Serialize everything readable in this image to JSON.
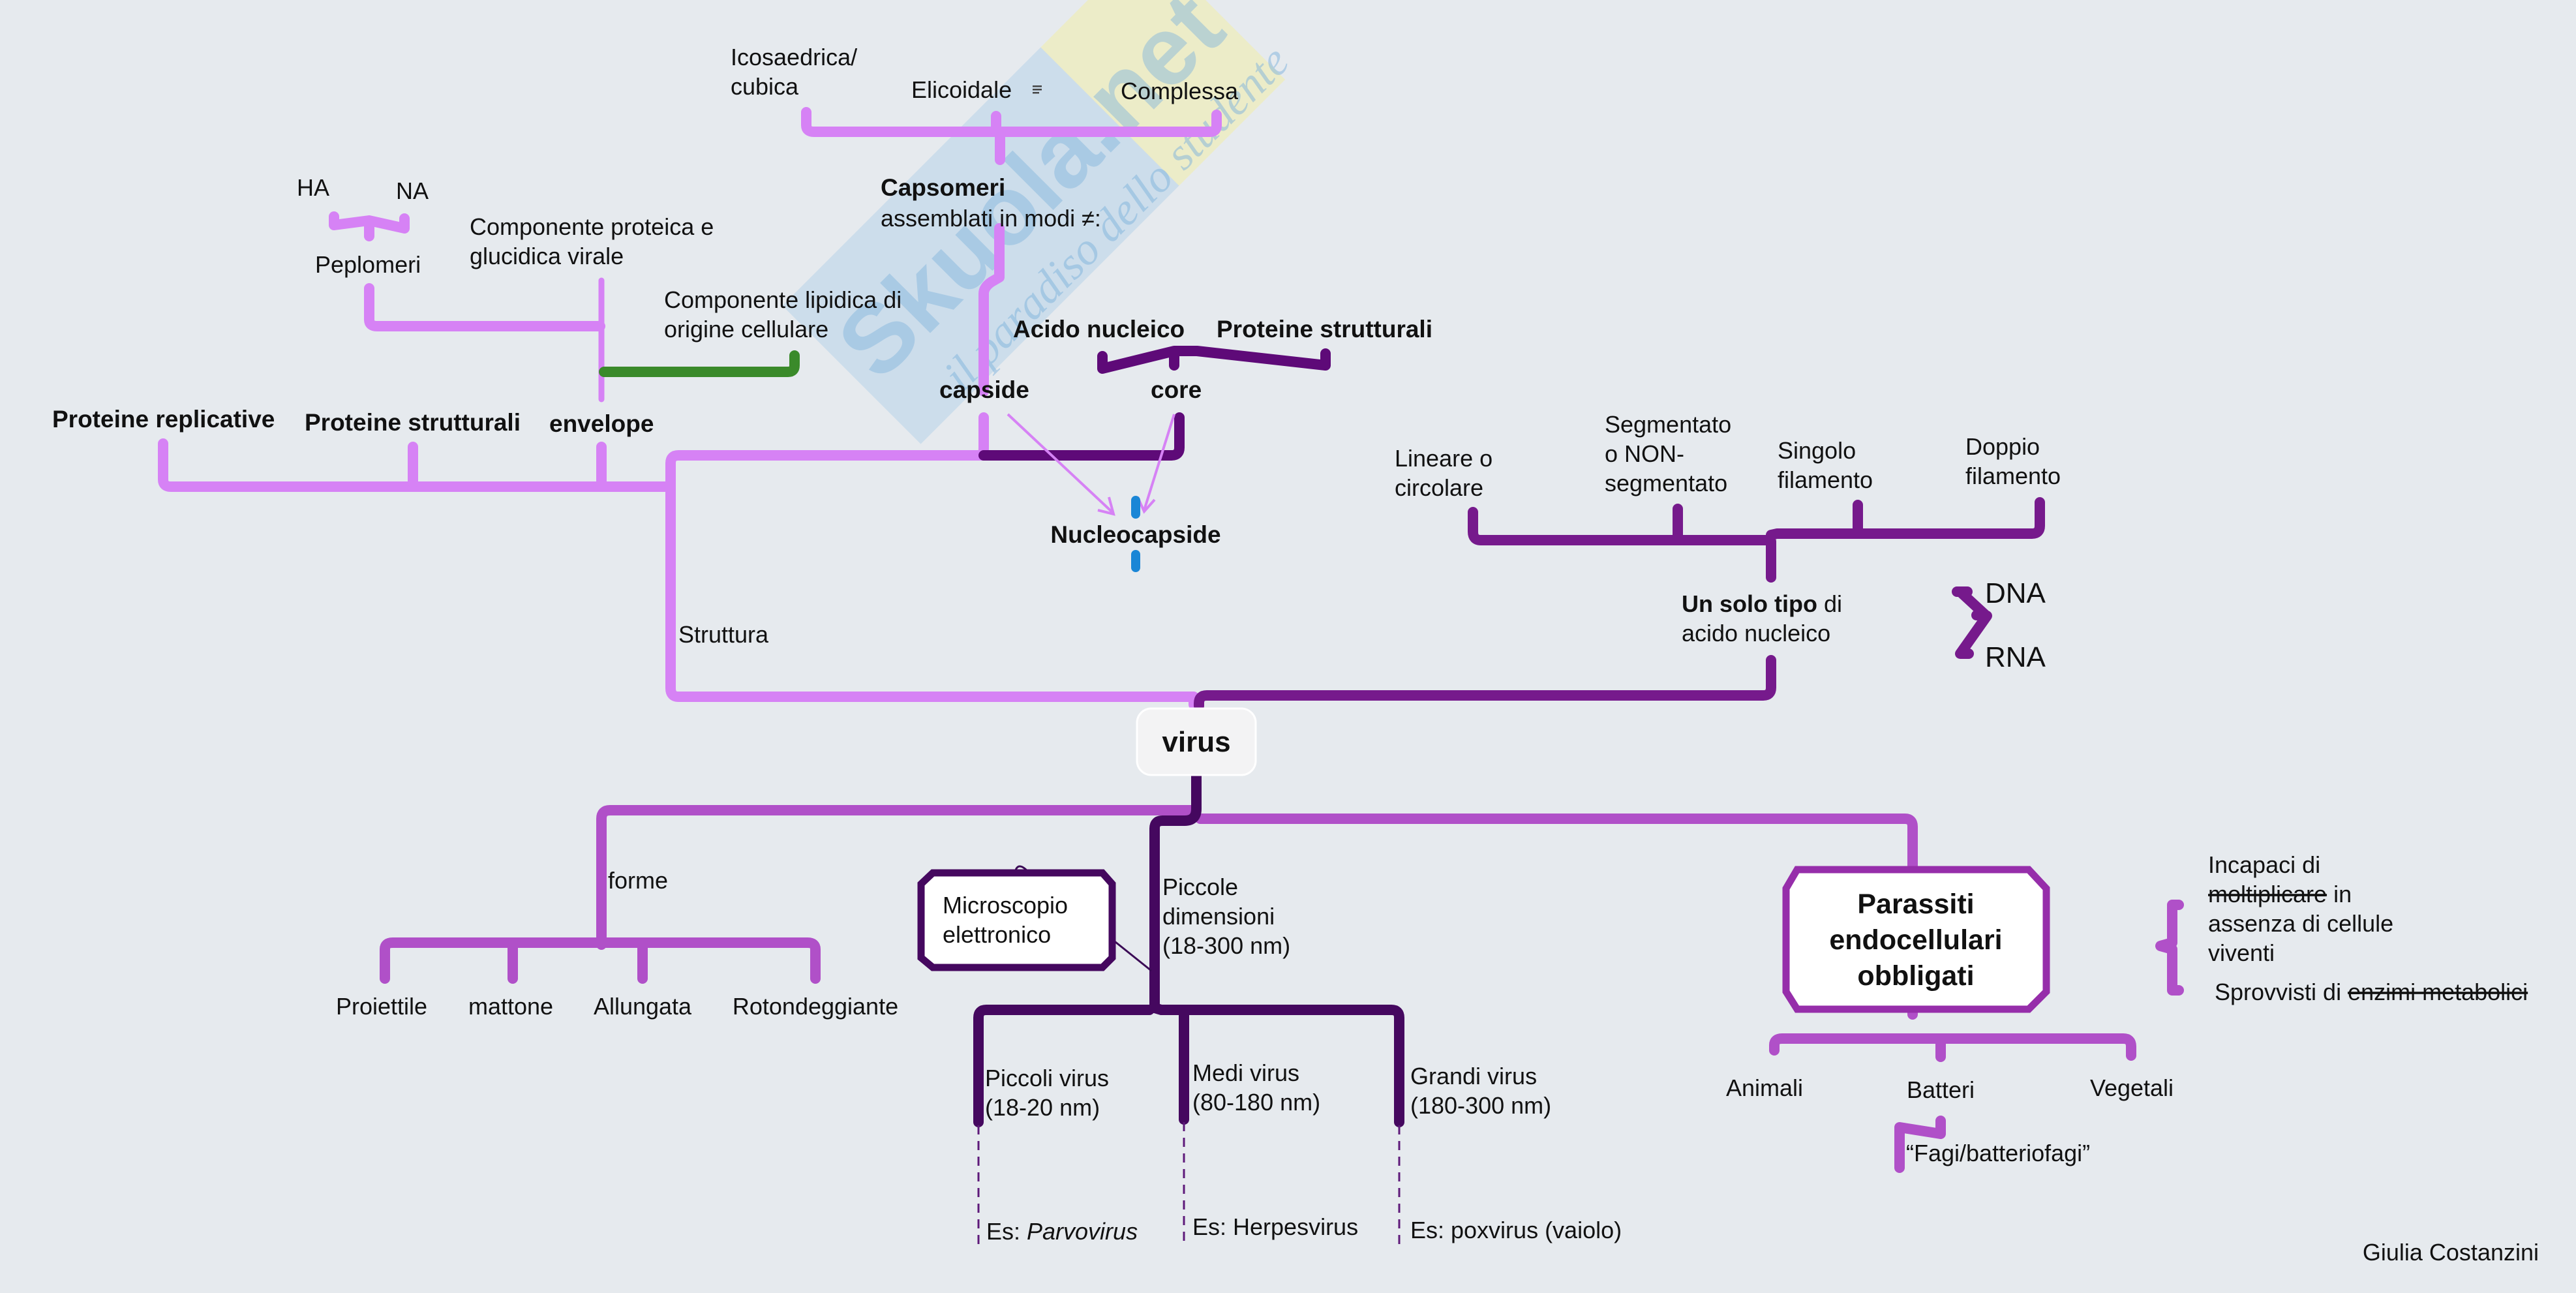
{
  "title": "virus",
  "author": "Giulia Costanzini",
  "watermark": {
    "brand": "Skuola.net",
    "tagline": "il paradiso dello studente"
  },
  "colors": {
    "background": "#e6eaee",
    "structure_branch": "#d682f5",
    "core_branch": "#5e0a78",
    "nucleic_acid_branch": "#761a8c",
    "properties_branch": "#b050c8",
    "size_branch": "#45085f",
    "lipid_branch": "#3a8a2a",
    "nucleocapside_marker": "#1a86d6"
  },
  "structure": {
    "label": "Struttura",
    "children": {
      "proteine_replicative": "Proteine replicative",
      "proteine_strutturali": "Proteine strutturali",
      "envelope": "envelope"
    },
    "envelope": {
      "proteica_line1": "Componente proteica e",
      "proteica_line2": "glucidica virale",
      "lipidica_line1": "Componente lipidica di",
      "lipidica_line2": "origine cellulare",
      "peplomeri": "Peplomeri",
      "ha": "HA",
      "na": "NA"
    },
    "capside": {
      "label": "capside",
      "capsomeri_bold": "Capsomeri",
      "capsomeri_rest": "assemblati in modi ≠:",
      "shapes": {
        "icosa_line1": "Icosaedrica/",
        "icosa_line2": "cubica",
        "elicoidale": "Elicoidale",
        "complessa": "Complessa"
      },
      "note_icon": "note-icon"
    },
    "core": {
      "label": "core",
      "acido_nucleico": "Acido nucleico",
      "proteine_strutturali": "Proteine strutturali"
    },
    "nucleocapside": "Nucleocapside"
  },
  "nucleic_acid": {
    "bold": "Un solo tipo",
    "rest1": " di",
    "line2": "acido nucleico",
    "dna": "DNA",
    "rna": "RNA",
    "properties": {
      "lineare_line1": "Lineare o",
      "lineare_line2": "circolare",
      "segm_line1": "Segmentato",
      "segm_line2": "o NON-",
      "segm_line3": "segmentato",
      "singolo_line1": "Singolo",
      "singolo_line2": "filamento",
      "doppio_line1": "Doppio",
      "doppio_line2": "filamento"
    }
  },
  "forme": {
    "label": "forme",
    "items": [
      "Proiettile",
      "mattone",
      "Allungata",
      "Rotondeggiante"
    ]
  },
  "dimensioni": {
    "line1": "Piccole",
    "line2": "dimensioni",
    "line3": "(18-300 nm)",
    "callout_line1": "Microscopio",
    "callout_line2": "elettronico",
    "sizes": [
      {
        "name": "Piccoli virus",
        "range": "(18-20 nm)",
        "example_prefix": "Es: ",
        "example": "Parvovirus",
        "italic": true
      },
      {
        "name": "Medi virus",
        "range": "(80-180 nm)",
        "example_prefix": "Es: ",
        "example": "Herpesvirus",
        "italic": false
      },
      {
        "name": "Grandi virus",
        "range": "(180-300 nm)",
        "example_prefix": "Es: ",
        "example": "poxvirus (vaiolo)",
        "italic": false
      }
    ]
  },
  "parassiti": {
    "line1": "Parassiti",
    "line2": "endocellulari",
    "line3": "obbligati",
    "hosts": [
      "Animali",
      "Batteri",
      "Vegetali"
    ],
    "batteri_note": "“Fagi/batteriofagi”",
    "notes": {
      "incapaci_line1": "Incapaci di",
      "incapaci_strike": "moltiplicare",
      "incapaci_after": " in",
      "incapaci_line3": "assenza di cellule",
      "incapaci_line4": "viventi",
      "sprovvisti_prefix": "Sprovvisti di ",
      "sprovvisti_strike": "enzimi metabolici"
    }
  }
}
